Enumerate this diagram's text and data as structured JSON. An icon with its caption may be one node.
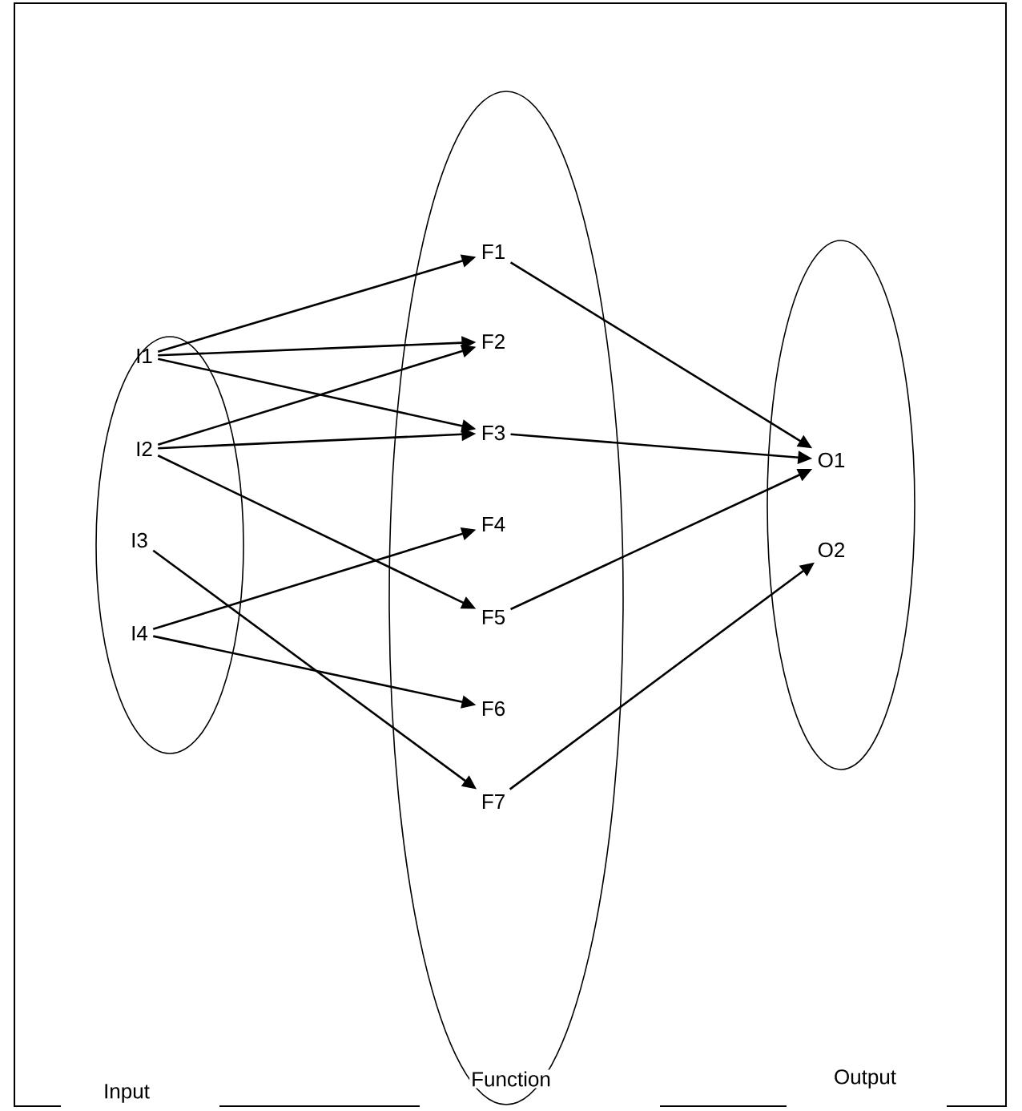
{
  "diagram": {
    "nodes": [
      {
        "text": [],
        "shape": "ellipse"
      },
      {
        "text": [],
        "shape": "ellipse"
      },
      {
        "text": [],
        "shape": "ellipse"
      },
      {
        "text": [
          "I1"
        ],
        "in": 0
      },
      {
        "text": [
          "I2"
        ],
        "in": 0
      },
      {
        "text": [
          "I3"
        ],
        "in": 0
      },
      {
        "text": [
          "I4"
        ],
        "in": 0
      },
      {
        "text": [
          "F1"
        ],
        "in": 1
      },
      {
        "text": [
          "F2"
        ],
        "in": 1
      },
      {
        "text": [
          "F3"
        ],
        "in": 1
      },
      {
        "text": [
          "F4"
        ],
        "in": 1
      },
      {
        "text": [
          "F5"
        ],
        "in": 1
      },
      {
        "text": [
          "F6"
        ],
        "in": 1
      },
      {
        "text": [
          "F7"
        ],
        "in": 1
      },
      {
        "text": [
          "O1"
        ],
        "in": 2
      },
      {
        "text": [
          "O2"
        ],
        "in": 2
      }
    ],
    "edges": [
      {
        "from": 3,
        "to": 7,
        "arrow": "to"
      },
      {
        "from": 3,
        "to": 8,
        "arrow": "to"
      },
      {
        "from": 3,
        "to": 9,
        "arrow": "to"
      },
      {
        "from": 4,
        "to": 8,
        "arrow": "to"
      },
      {
        "from": 4,
        "to": 9,
        "arrow": "to"
      },
      {
        "from": 4,
        "to": 11,
        "arrow": "to"
      },
      {
        "from": 5,
        "to": 13,
        "arrow": "to"
      },
      {
        "from": 6,
        "to": 10,
        "arrow": "to"
      },
      {
        "from": 6,
        "to": 12,
        "arrow": "to"
      },
      {
        "from": 7,
        "to": 14,
        "arrow": "to"
      },
      {
        "from": 9,
        "to": 14,
        "arrow": "to"
      },
      {
        "from": 11,
        "to": 14,
        "arrow": "to"
      },
      {
        "from": 13,
        "to": 15,
        "arrow": "to"
      }
    ],
    "labels": [
      "Function",
      "Output",
      "Input"
    ]
  }
}
